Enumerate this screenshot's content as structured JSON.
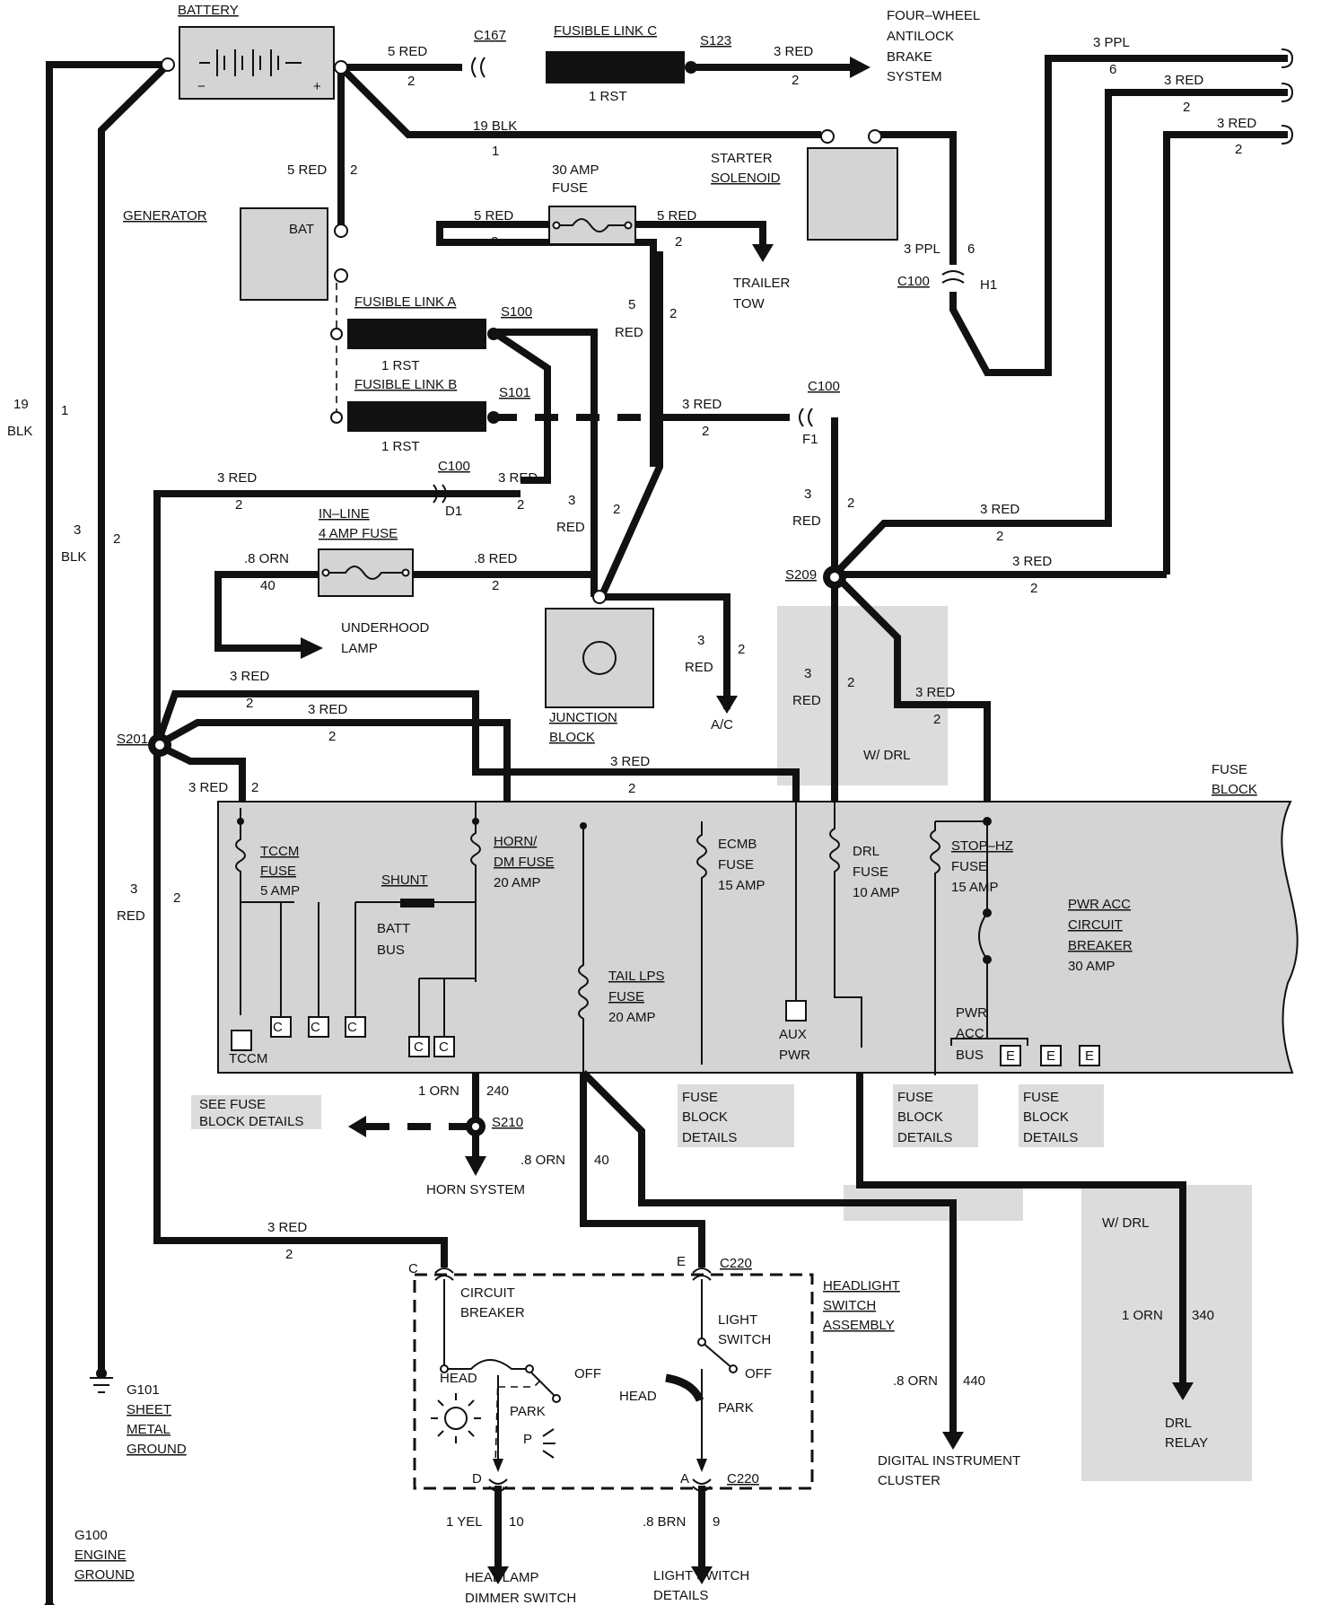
{
  "battery": {
    "title": "BATTERY"
  },
  "generator": {
    "title": "GENERATOR",
    "bat": "BAT"
  },
  "wires": {
    "red5_2": "5 RED",
    "n2": "2",
    "red3": "3 RED",
    "blk19": "19 BLK",
    "n1": "1",
    "ppl3": "3 PPL",
    "n6": "6",
    "rst1": "1 RST",
    "red5": "5 RED",
    "red_word": "RED",
    "n5": "5",
    "n3": "3",
    "orn8": ".8 ORN",
    "n40": "40",
    "red8": ".8 RED",
    "blk_word": "BLK",
    "n19": "19",
    "orn1": "1 ORN",
    "n240": "240",
    "n340": "340",
    "n440": "440",
    "yel1": "1 YEL",
    "n10": "10",
    "brn8": ".8 BRN",
    "n9": "9"
  },
  "connectors": {
    "c167": "C167",
    "c100": "C100",
    "c220": "C220",
    "h1": "H1",
    "f1": "F1",
    "d1": "D1",
    "c": "C",
    "e": "E",
    "d": "D",
    "a": "A"
  },
  "splices": {
    "s123": "S123",
    "s100": "S100",
    "s101": "S101",
    "s209": "S209",
    "s201": "S201",
    "s210": "S210"
  },
  "fusible": {
    "a": "FUSIBLE LINK A",
    "b": "FUSIBLE LINK B",
    "c": "FUSIBLE LINK C"
  },
  "labels": {
    "abs_1": "FOUR–WHEEL",
    "abs_2": "ANTILOCK",
    "abs_3": "BRAKE",
    "abs_4": "SYSTEM",
    "starter_1": "STARTER",
    "starter_2": "SOLENOID",
    "fuse30_1": "30 AMP",
    "fuse30_2": "FUSE",
    "trailer_1": "TRAILER",
    "trailer_2": "TOW",
    "inline_1": "IN–LINE",
    "inline_2": "4 AMP FUSE",
    "underhood_1": "UNDERHOOD",
    "underhood_2": "LAMP",
    "junction_1": "JUNCTION",
    "junction_2": "BLOCK",
    "ac": "A/C",
    "wdrl": "W/ DRL",
    "fuseblock_1": "FUSE",
    "fuseblock_2": "BLOCK",
    "tccm_1": "TCCM",
    "tccm_2": "FUSE",
    "tccm_3": "5 AMP",
    "tccm": "TCCM",
    "shunt": "SHUNT",
    "batt": "BATT",
    "bus": "BUS",
    "horn_1": "HORN/",
    "horn_2": "DM FUSE",
    "horn_3": "20 AMP",
    "tail_1": "TAIL LPS",
    "tail_2": "FUSE",
    "tail_3": "20 AMP",
    "ecmb_1": "ECMB",
    "ecmb_2": "FUSE",
    "ecmb_3": "15 AMP",
    "aux": "AUX",
    "pwr": "PWR",
    "drl_1": "DRL",
    "drl_2": "FUSE",
    "drl_3": "10 AMP",
    "stop_1": "STOP–HZ",
    "stop_2": "FUSE",
    "stop_3": "15 AMP",
    "pwracc_1": "PWR ACC",
    "pwracc_2": "CIRCUIT",
    "pwracc_3": "BREAKER",
    "pwracc_4": "30 AMP",
    "accbus_1": "PWR",
    "accbus_2": "ACC",
    "accbus_3": "BUS",
    "sfbd_1": "SEE FUSE",
    "sfbd_2": "BLOCK DETAILS",
    "fbd_1": "FUSE",
    "fbd_2": "BLOCK",
    "fbd_3": "DETAILS",
    "horn_system": "HORN SYSTEM",
    "cb_1": "CIRCUIT",
    "cb_2": "BREAKER",
    "ls_1": "LIGHT",
    "ls_2": "SWITCH",
    "head": "HEAD",
    "off": "OFF",
    "park": "PARK",
    "p": "P",
    "hsa_1": "HEADLIGHT",
    "hsa_2": "SWITCH",
    "hsa_3": "ASSEMBLY",
    "dic_1": "DIGITAL INSTRUMENT",
    "dic_2": "CLUSTER",
    "drlr_1": "DRL",
    "drlr_2": "RELAY",
    "hds_1": "HEADLAMP",
    "hds_2": "DIMMER SWITCH",
    "lsd_1": "LIGHT SWITCH",
    "lsd_2": "DETAILS",
    "g101_1": "G101",
    "g101_2": "SHEET",
    "g101_3": "METAL",
    "g101_4": "GROUND",
    "g100_1": "G100",
    "g100_2": "ENGINE",
    "g100_3": "GROUND",
    "c_letter": "C",
    "e_letter": "E"
  }
}
